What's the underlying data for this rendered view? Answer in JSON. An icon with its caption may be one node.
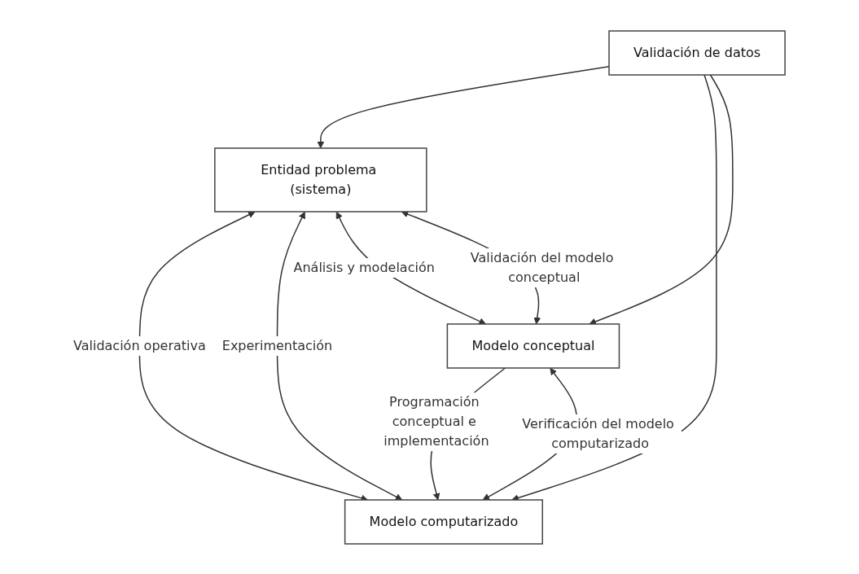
{
  "diagram": {
    "nodes": [
      {
        "text": [
          "Entidad problema (sistema)"
        ]
      },
      {
        "text": [
          "Validación de datos"
        ]
      },
      {
        "text": [
          "Modelo computarizado"
        ]
      },
      {
        "text": [
          "Modelo conceptual"
        ]
      }
    ],
    "edges": [
      {
        "from": 0,
        "to": 2,
        "arrow": "both",
        "label": "Validación operativa"
      },
      {
        "from": 0,
        "to": 2,
        "arrow": "both",
        "label": "Experimentación"
      },
      {
        "from": 1,
        "to": 0,
        "arrow": "to"
      },
      {
        "from": 0,
        "to": 3,
        "arrow": "both",
        "label": "Análisis y modelación"
      },
      {
        "from": 0,
        "to": 3,
        "arrow": "both",
        "label": "Validación del modelo conceptual"
      },
      {
        "from": 1,
        "to": 2,
        "arrow": "to"
      },
      {
        "from": 1,
        "to": 3,
        "arrow": "to"
      },
      {
        "from": 3,
        "to": 2,
        "arrow": "to",
        "label": "Programación conceptual e implementación"
      },
      {
        "from": 3,
        "to": 2,
        "arrow": "both",
        "label": "Verificación del modelo computarizado"
      }
    ]
  }
}
